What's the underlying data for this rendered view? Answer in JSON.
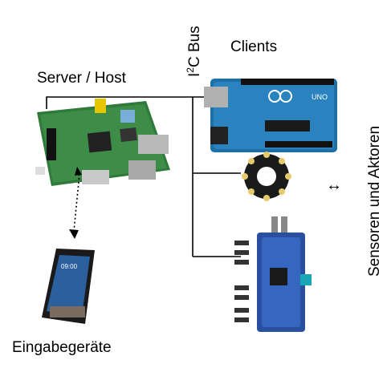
{
  "labels": {
    "server": "Server / Host",
    "i2c_prefix": "I",
    "i2c_sup": "2",
    "i2c_suffix": "C Bus",
    "clients": "Clients",
    "sensors": "Sensoren und Aktoren",
    "input_devices": "Eingabegeräte",
    "bidirectional_arrow": "↔"
  },
  "board_text": {
    "arduino_brand": "UNO",
    "phone_time": "09:00"
  },
  "colors": {
    "rpi_green": "#2f7a3a",
    "arduino_blue": "#1d6fa8",
    "ring_black": "#1a1a1a",
    "pwm_blue": "#2a4fa0"
  }
}
